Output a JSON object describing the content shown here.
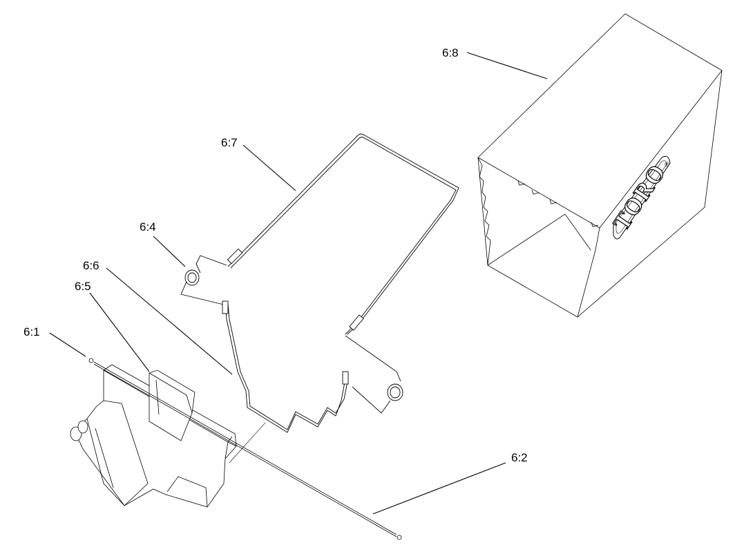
{
  "diagram": {
    "callouts": [
      {
        "id": "6-8",
        "label": "6:8"
      },
      {
        "id": "6-7",
        "label": "6:7"
      },
      {
        "id": "6-4",
        "label": "6:4"
      },
      {
        "id": "6-6",
        "label": "6:6"
      },
      {
        "id": "6-5",
        "label": "6:5"
      },
      {
        "id": "6-1",
        "label": "6:1"
      },
      {
        "id": "6-2",
        "label": "6:2"
      }
    ],
    "logo": {
      "text": "TORO",
      "mark": "®"
    }
  }
}
